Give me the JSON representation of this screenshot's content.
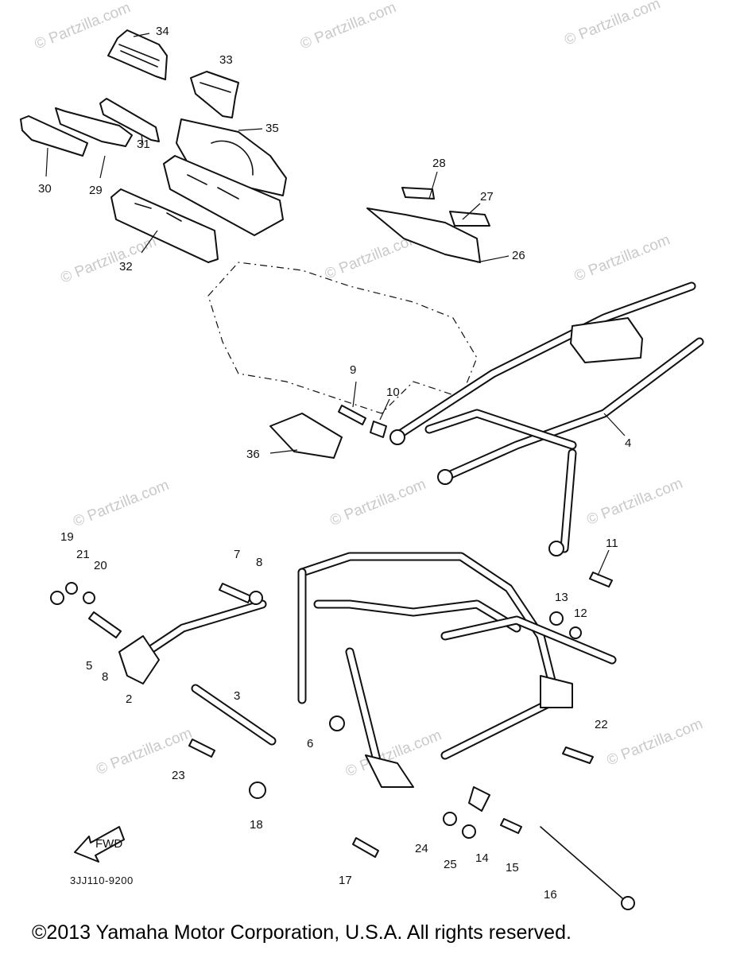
{
  "watermark": "© Partzilla.com",
  "diagram_code": "3JJ110-9200",
  "copyright": "©2013 Yamaha Motor Corporation, U.S.A. All rights reserved.",
  "fwd_label": "FWD",
  "callouts": {
    "p2": "2",
    "p3": "3",
    "p4": "4",
    "p5": "5",
    "p6": "6",
    "p7": "7",
    "p8a": "8",
    "p8b": "8",
    "p9": "9",
    "p10": "10",
    "p11": "11",
    "p12": "12",
    "p13": "13",
    "p14": "14",
    "p15": "15",
    "p16": "16",
    "p17": "17",
    "p18": "18",
    "p19": "19",
    "p20": "20",
    "p21": "21",
    "p22": "22",
    "p23": "23",
    "p24": "24",
    "p25": "25",
    "p26": "26",
    "p27": "27",
    "p28": "28",
    "p29": "29",
    "p30": "30",
    "p31": "31",
    "p32": "32",
    "p33": "33",
    "p34": "34",
    "p35": "35",
    "p36": "36"
  }
}
